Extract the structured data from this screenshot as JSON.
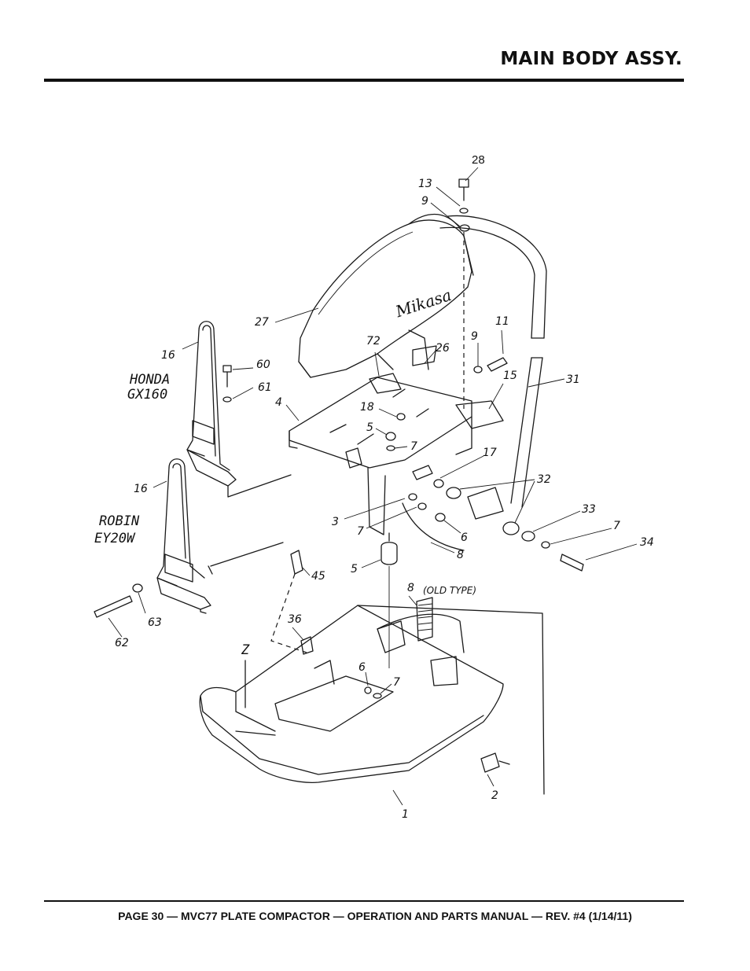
{
  "header": {
    "title": "MAIN BODY ASSY."
  },
  "footer": {
    "text": "PAGE 30 — MVC77 PLATE COMPACTOR — OPERATION AND PARTS MANUAL — REV. #4 (1/14/11)"
  },
  "diagram": {
    "brand": "Mikasa",
    "engine_labels": {
      "honda_line1": "HONDA",
      "honda_line2": "GX160",
      "robin_line1": "ROBIN",
      "robin_line2": "EY20W"
    },
    "zone_label": "Z",
    "old_type_label": "(OLD TYPE)",
    "callouts": {
      "c28": "28",
      "c13": "13",
      "c9a": "9",
      "c27": "27",
      "c16a": "16",
      "c60": "60",
      "c61": "61",
      "c4": "4",
      "c72": "72",
      "c26": "26",
      "c9b": "9",
      "c11": "11",
      "c15": "15",
      "c31": "31",
      "c18": "18",
      "c5a": "5",
      "c7a": "7",
      "c17": "17",
      "c16b": "16",
      "c32": "32",
      "c33": "33",
      "c3": "3",
      "c7b": "7",
      "c6a": "6",
      "c7c": "7",
      "c34": "34",
      "c8a": "8",
      "c5b": "5",
      "c45": "45",
      "c8b": "8",
      "c36": "36",
      "c63": "63",
      "c62": "62",
      "c6b": "6",
      "c7d": "7",
      "c1": "1",
      "c2": "2"
    }
  }
}
